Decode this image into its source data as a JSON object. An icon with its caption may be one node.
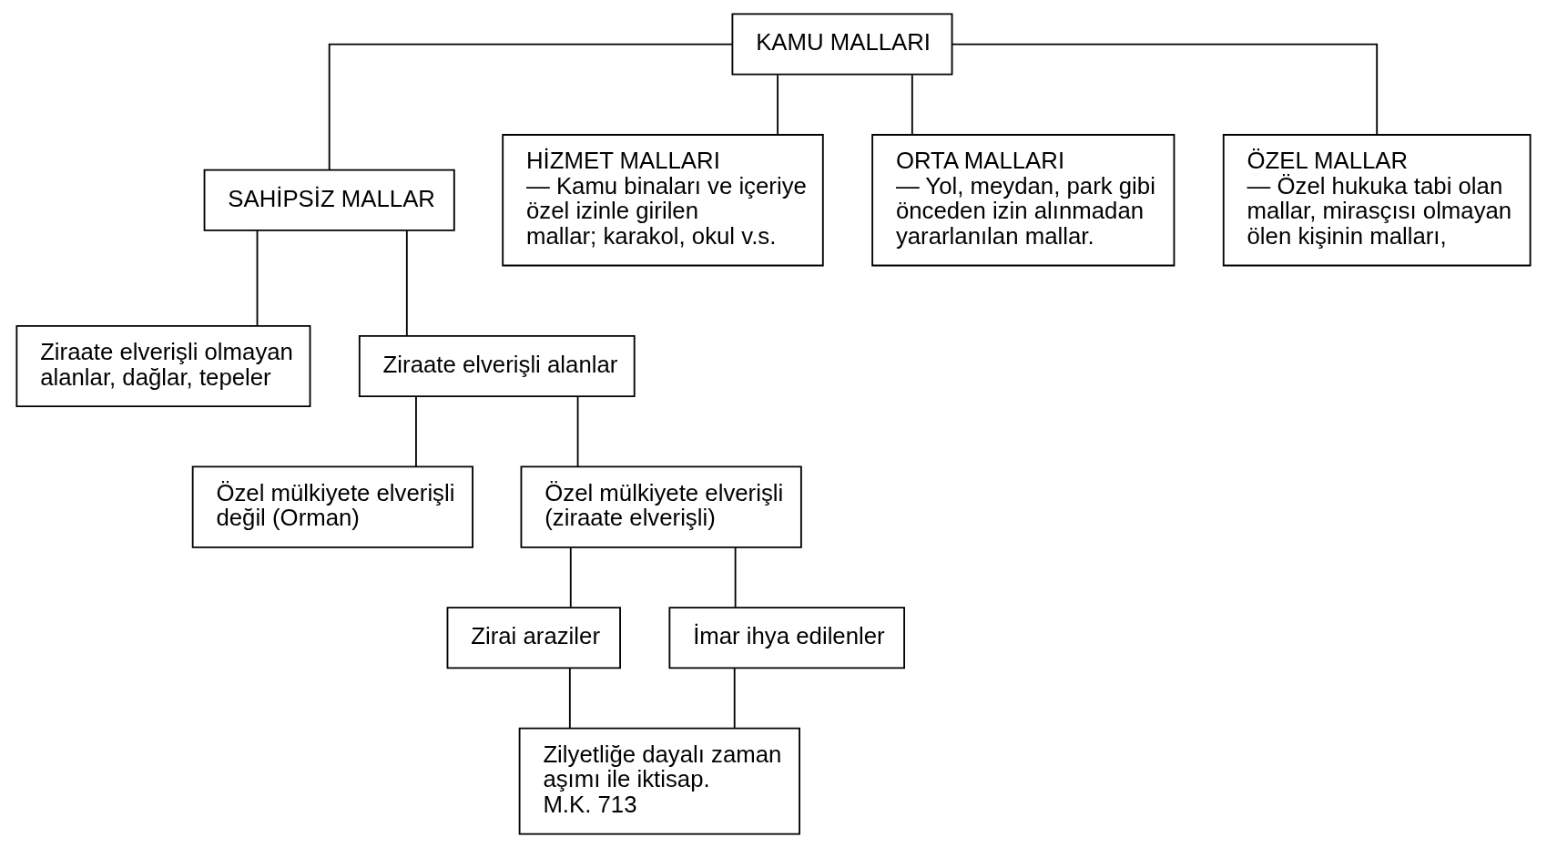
{
  "diagram": {
    "nodes": [
      {
        "text": [
          "KAMU MALLARI"
        ]
      },
      {
        "text": [
          "SAHİPSİZ MALLAR"
        ]
      },
      {
        "text": [
          "HİZMET MALLARI",
          "— Kamu binaları ve içeriye özel izinle girilen mallar; karakol, okul v.s."
        ]
      },
      {
        "text": [
          "ORTA MALLARI",
          "— Yol, meydan, park gibi önceden izin alınmadan yararlanılan mallar."
        ]
      },
      {
        "text": [
          "ÖZEL MALLAR",
          "— Özel hukuka tabi olan mallar, mirasçısı olmayan ölen kişinin malları,"
        ]
      },
      {
        "text": [
          "Ziraate elverişli olmayan alanlar, dağlar, tepeler"
        ]
      },
      {
        "text": [
          "Ziraate elverişli alanlar"
        ]
      },
      {
        "text": [
          "Özel mülkiyete elverişli değil (Orman)"
        ]
      },
      {
        "text": [
          "Özel mülkiyete elverişli (ziraate elverişli)"
        ]
      },
      {
        "text": [
          "Zirai araziler"
        ]
      },
      {
        "text": [
          "İmar ihya edilenler"
        ]
      },
      {
        "text": [
          "Zilyetliğe dayalı zaman aşımı ile iktisap.",
          "M.K. 713"
        ]
      }
    ],
    "edges": [
      {
        "from": 0,
        "to": 1,
        "arrow": "none"
      },
      {
        "from": 0,
        "to": 2,
        "arrow": "none"
      },
      {
        "from": 0,
        "to": 3,
        "arrow": "none"
      },
      {
        "from": 0,
        "to": 4,
        "arrow": "none"
      },
      {
        "from": 1,
        "to": 5,
        "arrow": "none"
      },
      {
        "from": 1,
        "to": 6,
        "arrow": "none"
      },
      {
        "from": 6,
        "to": 7,
        "arrow": "none"
      },
      {
        "from": 6,
        "to": 8,
        "arrow": "none"
      },
      {
        "from": 8,
        "to": 9,
        "arrow": "none"
      },
      {
        "from": 8,
        "to": 10,
        "arrow": "none"
      },
      {
        "from": 9,
        "to": 11,
        "arrow": "none"
      },
      {
        "from": 10,
        "to": 11,
        "arrow": "none"
      }
    ]
  }
}
